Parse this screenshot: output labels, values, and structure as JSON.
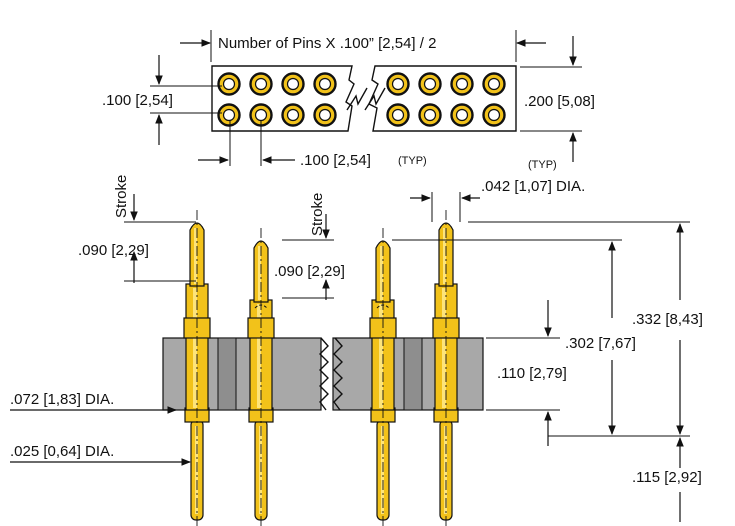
{
  "top_view": {
    "length_label": "Number of Pins X .100” [2,54] / 2",
    "pitch_vertical_label": ".100 [2,54]",
    "width_label": ".200 [5,08]",
    "pitch_horizontal_label": ".100 [2,54]",
    "typ_label": "(TYP)",
    "typ_label_2": "(TYP)",
    "rows": 2,
    "holes_per_row_each_side": 4
  },
  "side_view": {
    "stroke_label_left": "Stroke",
    "stroke_label_mid": "Stroke",
    "plunger_dia_label": ".042 [1,07] DIA.",
    "stroke_090_left": ".090 [2,29]",
    "stroke_090_mid": ".090 [2,29]",
    "overall_height": ".332 [8,43]",
    "height_302": ".302 [7,67]",
    "housing_height": ".110 [2,79]",
    "barrel_dia": ".072 [1,83] DIA.",
    "tail_dia": ".025 [0,64] DIA.",
    "tail_length": ".115 [2,92]"
  },
  "colors": {
    "pin_gold": "#f2c21a",
    "housing_gray": "#a8a8a8",
    "line": "#111111"
  }
}
